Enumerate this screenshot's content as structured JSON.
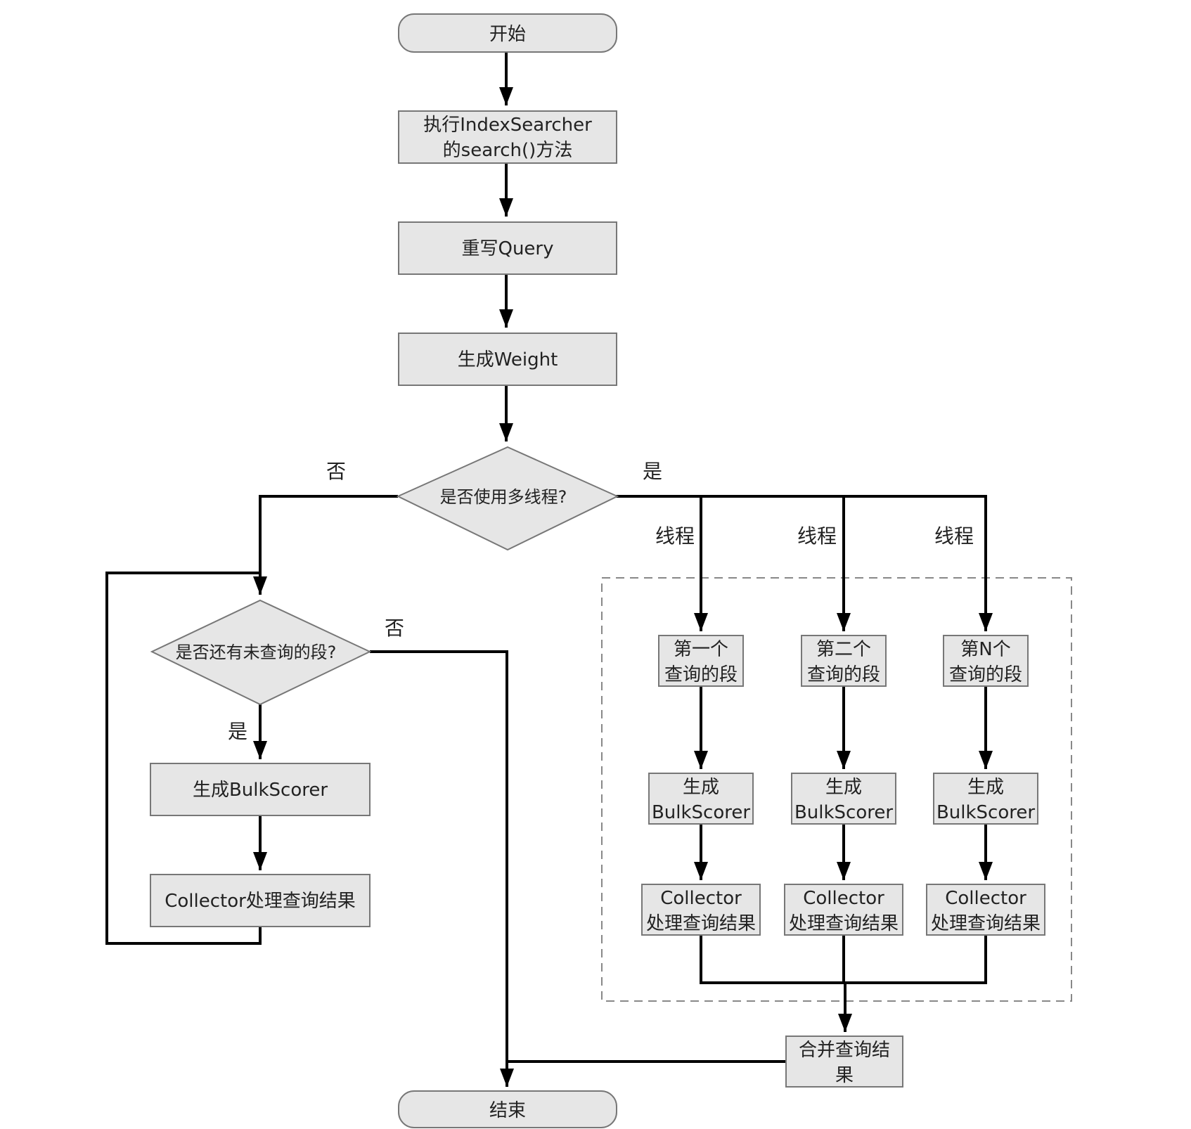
{
  "nodes": {
    "start": "开始",
    "exec_line1": "执行IndexSearcher",
    "exec_line2": "的search()方法",
    "rewrite": "重写Query",
    "weight": "生成Weight",
    "multithread": "是否使用多线程?",
    "has_segments": "是否还有未查询的段?",
    "bulkscorer": "生成BulkScorer",
    "collector": "Collector处理查询结果",
    "seg1_line1": "第一个",
    "seg1_line2": "查询的段",
    "seg2_line1": "第二个",
    "seg2_line2": "查询的段",
    "segn_line1": "第N个",
    "segn_line2": "查询的段",
    "gen_line1": "生成",
    "gen_line2": "BulkScorer",
    "col_line1": "Collector",
    "col_line2": "处理查询结果",
    "merge_line1": "合并查询结",
    "merge_line2": "果",
    "end": "结束"
  },
  "labels": {
    "no": "否",
    "yes": "是",
    "thread": "线程"
  },
  "colors": {
    "box_fill": "#e6e6e6",
    "box_stroke": "#777777",
    "line": "#000000"
  }
}
